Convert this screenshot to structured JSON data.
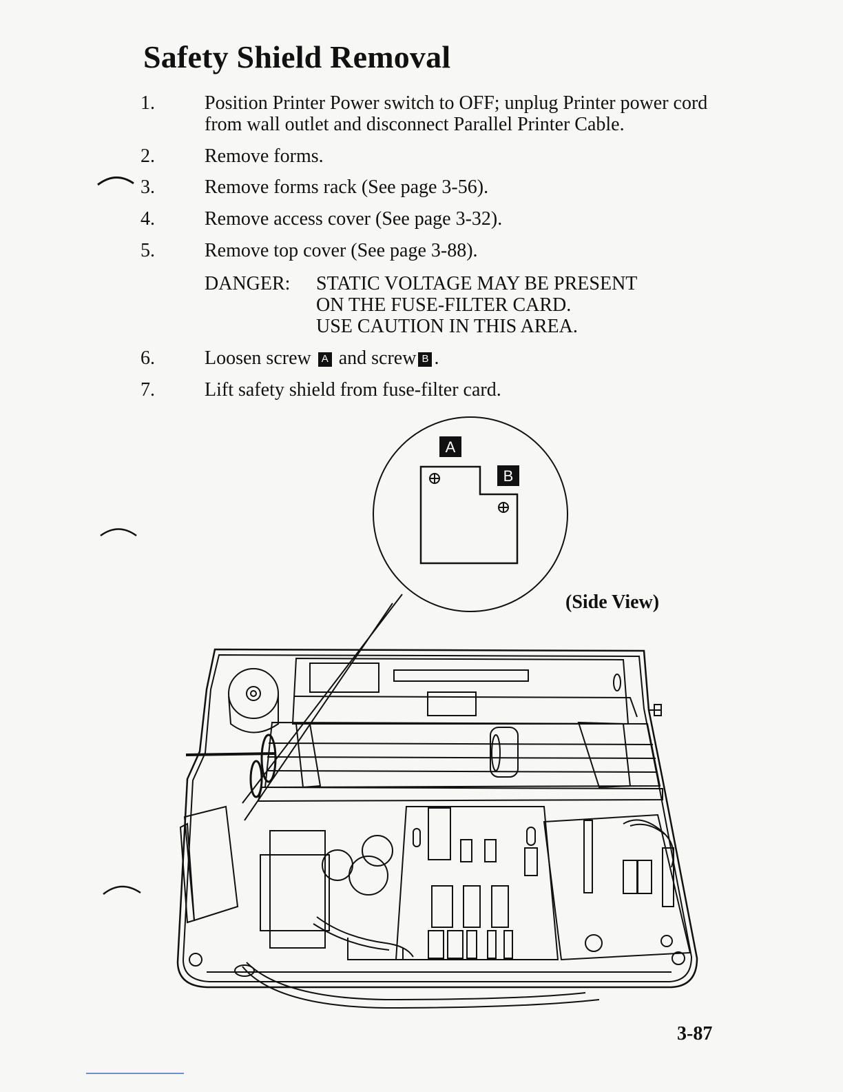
{
  "title": "Safety Shield Removal",
  "steps": [
    {
      "num": "1.",
      "text": "Position Printer Power switch to OFF; unplug Printer power cord from wall outlet and disconnect Parallel Printer Cable."
    },
    {
      "num": "2.",
      "text": "Remove forms."
    },
    {
      "num": "3.",
      "text": "Remove forms rack (See page 3-56)."
    },
    {
      "num": "4.",
      "text": "Remove access cover (See page 3-32)."
    },
    {
      "num": "5.",
      "text": "Remove top cover (See page 3-88)."
    },
    {
      "num": "6.",
      "text_a": "Loosen screw",
      "key_a": "A",
      "text_b": "and screw",
      "key_b": "B",
      "text_c": "."
    },
    {
      "num": "7.",
      "text": "Lift safety shield from fuse-filter card."
    }
  ],
  "danger": {
    "label": "DANGER:",
    "lines": [
      "STATIC VOLTAGE MAY BE PRESENT",
      "ON THE FUSE-FILTER CARD.",
      "USE CAUTION IN THIS AREA."
    ]
  },
  "figure": {
    "callout_a": "A",
    "callout_b": "B",
    "caption": "(Side View)"
  },
  "page_number": "3-87"
}
